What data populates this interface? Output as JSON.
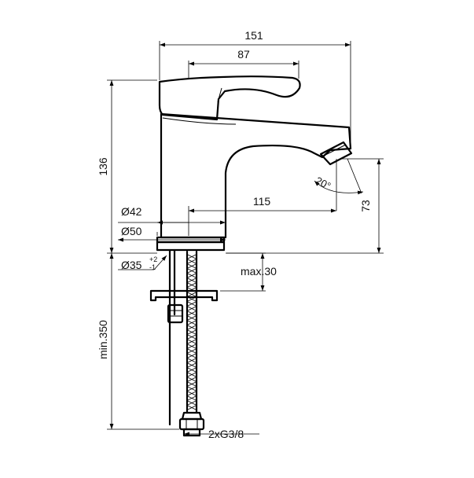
{
  "dimensions": {
    "overall_width": "151",
    "handle_width": "87",
    "body_height": "136",
    "spout_reach": "115",
    "spout_height": "73",
    "spout_angle": "20°",
    "body_diameter": "Ø42",
    "base_diameter": "Ø50",
    "hole_diameter": "Ø35",
    "hole_tol_plus": "+2",
    "hole_tol_minus": "-1",
    "deck_thickness": "max.30",
    "hose_length": "min.350",
    "connection": "2xG3/8"
  }
}
